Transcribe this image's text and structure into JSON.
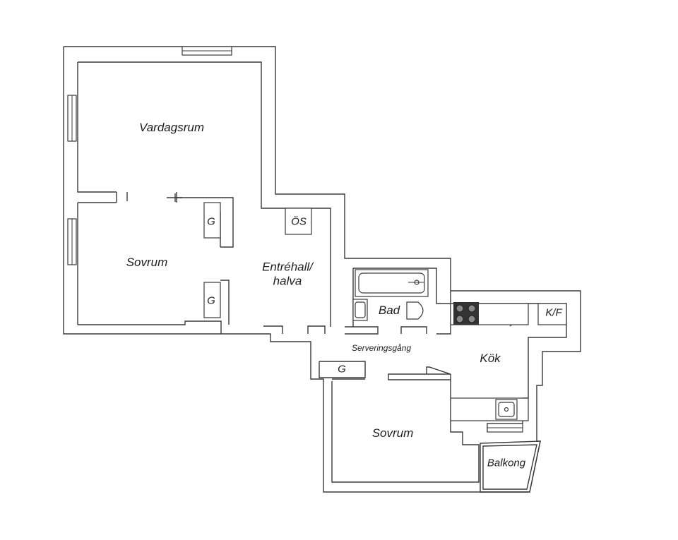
{
  "rooms": {
    "living_room": "Vardagsrum",
    "bedroom_1": "Sovrum",
    "entry_line1": "Entréhall/",
    "entry_line2": "halva",
    "bath": "Bad",
    "serving_corridor": "Serveringsgång",
    "kitchen": "Kök",
    "bedroom_2": "Sovrum",
    "balcony": "Balkong"
  },
  "fixtures": {
    "closet_1": "G",
    "closet_2": "G",
    "closet_3": "G",
    "coat_closet": "ÖS",
    "fridge_freezer": "K/F"
  }
}
